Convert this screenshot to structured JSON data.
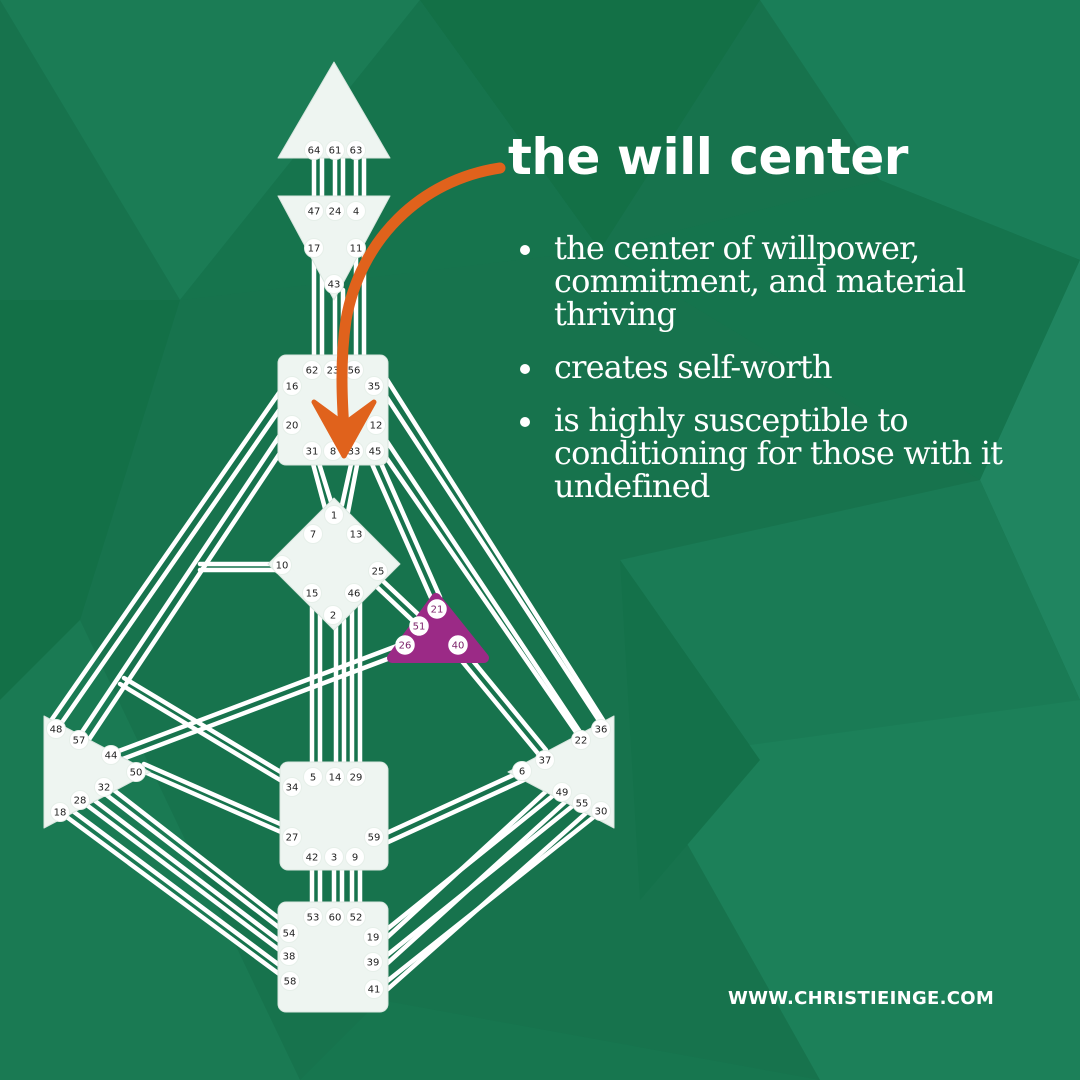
{
  "title": "the will center",
  "bullets": [
    "the center of willpower, commitment, and material thriving",
    "creates self-worth",
    "is highly susceptible to conditioning for those with it undefined"
  ],
  "footer_url": "WWW.CHRISTIEINGE.COM",
  "colors": {
    "background": "#1a7a52",
    "center_fill": "#eef5f1",
    "highlight_center": "#9b2a86",
    "arrow": "#e0621c",
    "text": "#ffffff"
  },
  "centers": [
    {
      "name": "head",
      "gates": [
        "64",
        "61",
        "63"
      ]
    },
    {
      "name": "ajna",
      "gates": [
        "47",
        "24",
        "4",
        "17",
        "11",
        "43"
      ]
    },
    {
      "name": "throat",
      "gates": [
        "62",
        "23",
        "56",
        "16",
        "35",
        "20",
        "12",
        "31",
        "8",
        "33",
        "45"
      ]
    },
    {
      "name": "g",
      "gates": [
        "1",
        "7",
        "13",
        "10",
        "25",
        "15",
        "46",
        "2"
      ]
    },
    {
      "name": "will",
      "gates": [
        "21",
        "51",
        "26",
        "40"
      ]
    },
    {
      "name": "spleen",
      "gates": [
        "48",
        "57",
        "44",
        "50",
        "32",
        "28",
        "18"
      ]
    },
    {
      "name": "solar-plexus",
      "gates": [
        "36",
        "22",
        "37",
        "6",
        "49",
        "55",
        "30"
      ]
    },
    {
      "name": "sacral",
      "gates": [
        "5",
        "14",
        "29",
        "34",
        "27",
        "59",
        "42",
        "3",
        "9"
      ]
    },
    {
      "name": "root",
      "gates": [
        "53",
        "60",
        "52",
        "54",
        "19",
        "38",
        "39",
        "58",
        "41"
      ]
    }
  ]
}
